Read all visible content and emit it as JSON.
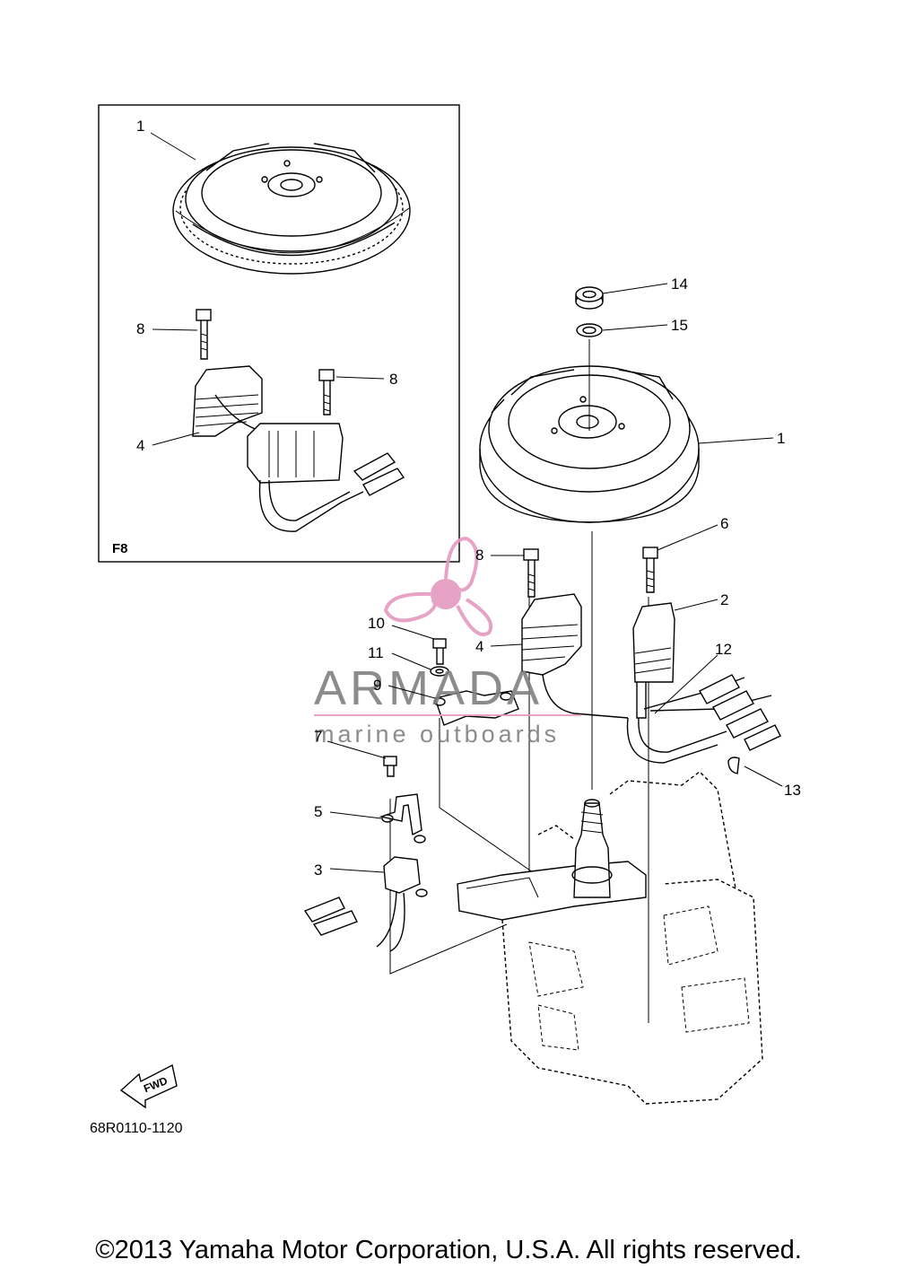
{
  "diagram": {
    "callouts": {
      "inset_1": "1",
      "inset_8a": "8",
      "inset_8b": "8",
      "inset_4": "4",
      "main_14": "14",
      "main_15": "15",
      "main_1": "1",
      "main_6": "6",
      "main_8": "8",
      "main_2": "2",
      "main_10": "10",
      "main_4": "4",
      "main_12": "12",
      "main_11": "11",
      "main_9": "9",
      "main_7": "7",
      "main_13": "13",
      "main_5": "5",
      "main_3": "3"
    },
    "inset_label": "F8",
    "fwd_label": "FWD",
    "reference_code": "68R0110-1120"
  },
  "watermark": {
    "brand": "ARMADA",
    "subtitle": "marine outboards",
    "color": "#e59ac0"
  },
  "footer": {
    "copyright": "©2013 Yamaha Motor Corporation, U.S.A. All rights reserved."
  }
}
